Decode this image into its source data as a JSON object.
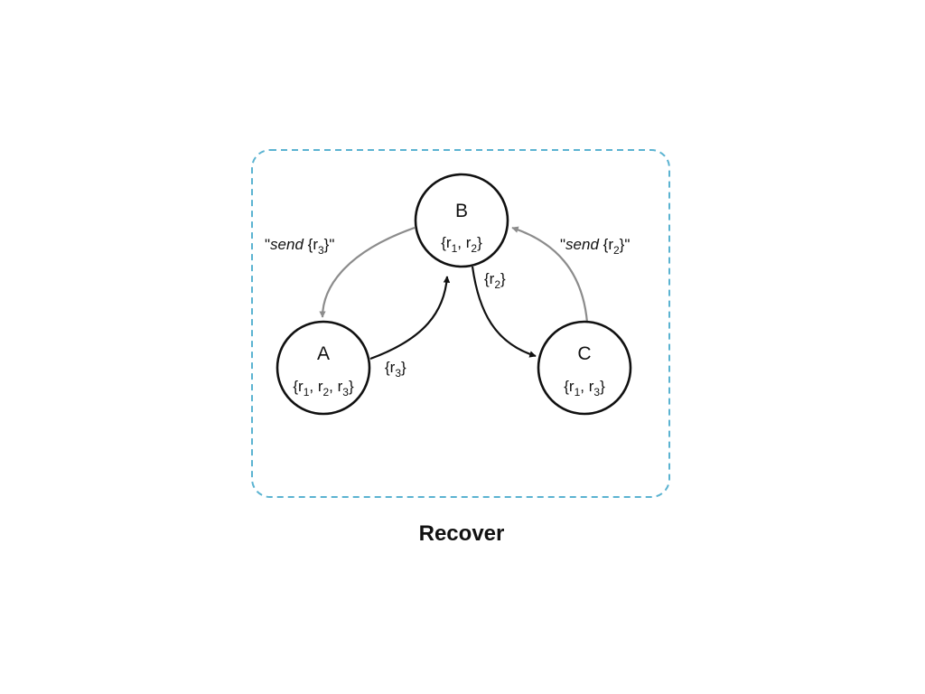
{
  "diagram": {
    "caption": "Recover",
    "frame": {
      "stroke_color": "#5bb3d1"
    },
    "nodes": {
      "a": {
        "name": "A",
        "set": {
          "open": "{r",
          "s1": "1",
          "c1": ", r",
          "s2": "2",
          "c2": ", r",
          "s3": "3",
          "close": "}"
        }
      },
      "b": {
        "name": "B",
        "set": {
          "open": "{r",
          "s1": "1",
          "c1": ", r",
          "s2": "2",
          "close": "}"
        }
      },
      "c": {
        "name": "C",
        "set": {
          "open": "{r",
          "s1": "1",
          "c1": ", r",
          "s2": "3",
          "close": "}"
        }
      }
    },
    "edges": {
      "a_to_b": {
        "color": "#111111",
        "label": {
          "open": "{r",
          "sub": "3",
          "close": "}"
        }
      },
      "b_to_c": {
        "color": "#111111",
        "label": {
          "open": "{r",
          "sub": "2",
          "close": "}"
        }
      },
      "b_to_a": {
        "color": "#8c8c8c",
        "label": {
          "quote_open": "\"",
          "italic": "send",
          "open": " {r",
          "sub": "3",
          "close": "}\""
        }
      },
      "c_to_b": {
        "color": "#8c8c8c",
        "label": {
          "quote_open": "\"",
          "italic": "send",
          "open": " {r",
          "sub": "2",
          "close": "}\""
        }
      }
    }
  }
}
